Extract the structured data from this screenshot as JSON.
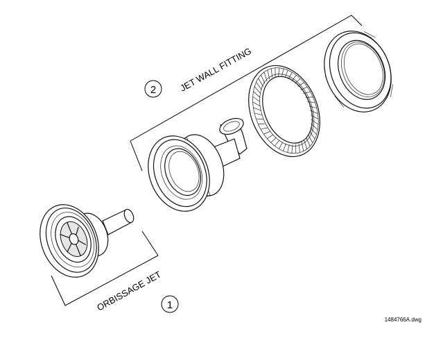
{
  "callouts": [
    {
      "number": "1",
      "label": "ORBISSAGE JET"
    },
    {
      "number": "2",
      "label": "JET WALL FITTING"
    }
  ],
  "drawing_id": "1484766A.dwg"
}
